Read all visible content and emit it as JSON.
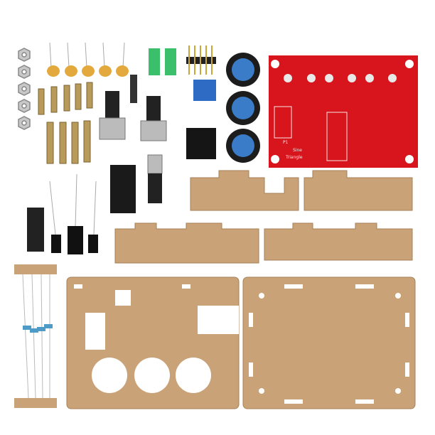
{
  "scene": {
    "subject": "function-generator-diy-kit",
    "colors": {
      "background": "#ffffff",
      "pcb": "#d8141c",
      "acrylic": "#c9a277",
      "knob": "#1c1c1c",
      "knob_cap": "#3a7cc8",
      "trimmer": "#2e6bc4",
      "jumper": "#3cbf6a"
    }
  },
  "pcb": {
    "labels": {
      "triangle": "Triangle",
      "sine": "Sine",
      "p1": "P1"
    }
  }
}
